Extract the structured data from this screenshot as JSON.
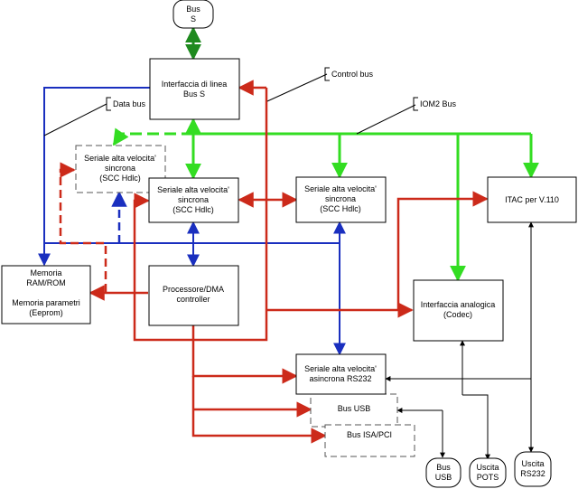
{
  "blocks": {
    "bus_s": [
      "Bus",
      "S"
    ],
    "line_interface": [
      "Interfaccia di linea",
      "Bus S"
    ],
    "scc_dashed": [
      "Seriale alta velocita'",
      "sincrona",
      "(SCC Hdlc)"
    ],
    "scc_center": [
      "Seriale alta velocita'",
      "sincrona",
      "(SCC Hdlc)"
    ],
    "scc_right": [
      "Seriale alta velocita'",
      "sincrona",
      "(SCC Hdlc)"
    ],
    "itac": [
      "ITAC per V.110"
    ],
    "memory": [
      "Memoria",
      "RAM/ROM",
      "",
      "Memoria parametri",
      "(Eeprom)"
    ],
    "processor": [
      "Processore/DMA",
      "controller"
    ],
    "analog_interface": [
      "Interfaccia analogica",
      "(Codec)"
    ],
    "async_serial": [
      "Seriale alta velocita'",
      "asincrona RS232"
    ],
    "bus_usb_box": [
      "Bus USB"
    ],
    "bus_isa_box": [
      "Bus ISA/PCI"
    ],
    "out_bus_usb": [
      "Bus",
      "USB"
    ],
    "out_pots": [
      "Uscita",
      "POTS"
    ],
    "out_rs232": [
      "Uscita",
      "RS232"
    ]
  },
  "labels": {
    "control_bus": "Control bus",
    "data_bus": "Data bus",
    "iom2_bus": "IOM2 Bus"
  },
  "colors": {
    "control_bus": "#cc2a1a",
    "data_bus": "#1a2fbf",
    "iom2_bus": "#33dd22",
    "bus_s_link": "#1f8a1f",
    "signal": "#000000"
  }
}
